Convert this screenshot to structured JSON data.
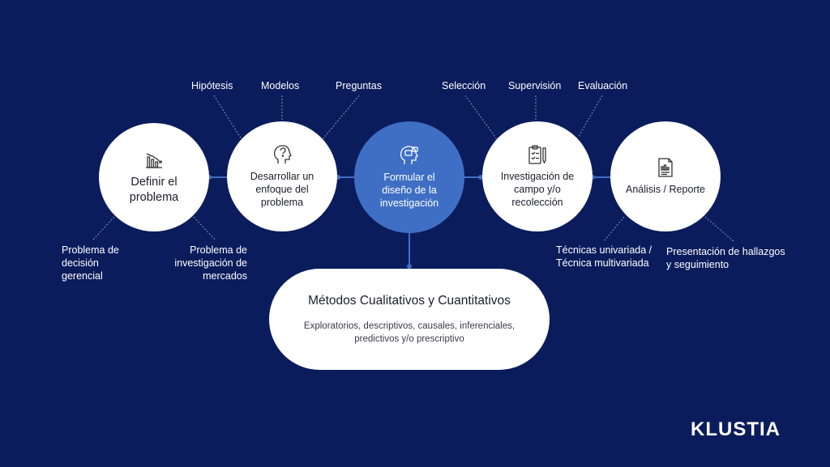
{
  "stages": [
    {
      "label": "Definir el\nproblema",
      "icon": "bar-chart-down-icon"
    },
    {
      "label": "Desarrollar un\nenfoque del\nproblema",
      "icon": "head-question-icon"
    },
    {
      "label": "Formular el\ndiseño de la\ninvestigación",
      "icon": "head-gear-icon"
    },
    {
      "label": "Investigación de\ncampo y/o\nrecolección",
      "icon": "clipboard-pen-icon"
    },
    {
      "label": "Análisis / Reporte",
      "icon": "report-document-icon"
    }
  ],
  "top_labels": [
    "Hipótesis",
    "Modelos",
    "Preguntas",
    "Selección",
    "Supervisión",
    "Evaluación"
  ],
  "bottom_labels": [
    "Problema de\ndecisión\ngerencial",
    "Problema de\ninvestigación de\nmercados",
    "Técnicas univariada /\nTécnica multivariada",
    "Presentación de hallazgos\ny seguimiento"
  ],
  "methods": {
    "title": "Métodos Cualitativos y Cuantitativos",
    "subtitle": "Exploratorios, descriptivos, causales, inferenciales,\npredictivos y/o prescriptivo"
  },
  "brand": "KLUSTIA",
  "colors": {
    "background": "#0b1c5c",
    "accent": "#3f6fc4",
    "line": "#3f6fc4",
    "node": "#ffffff"
  }
}
